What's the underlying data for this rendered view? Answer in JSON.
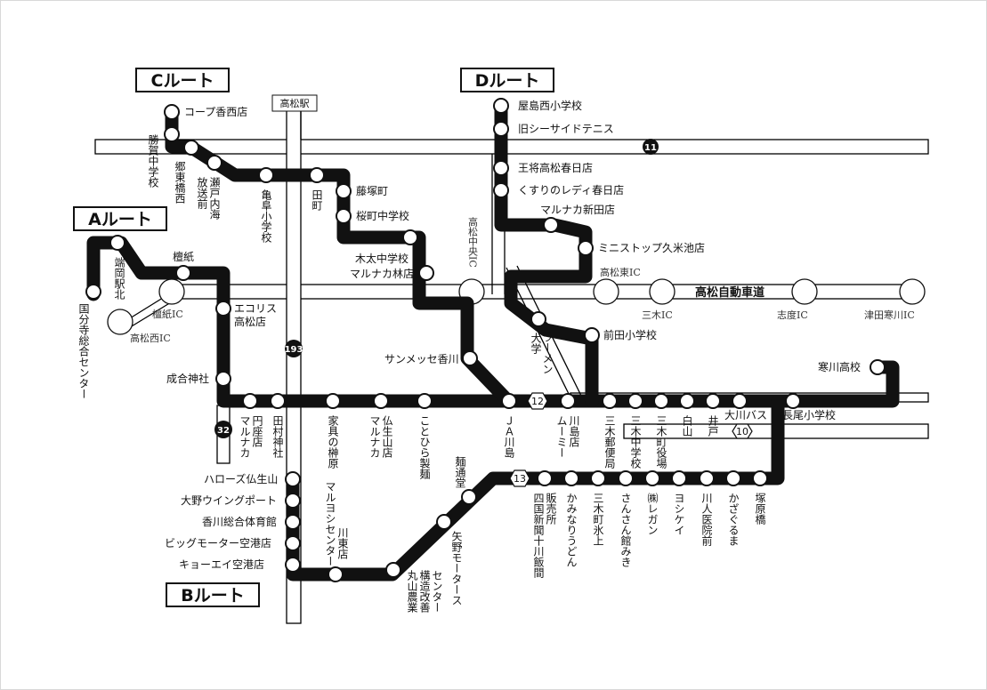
{
  "route_titles": {
    "a": "Aルート",
    "b": "Bルート",
    "c": "Cルート",
    "d": "Dルート"
  },
  "station": "高松駅",
  "highway": "高松自動車道",
  "ics": {
    "takamatsu_nishi": "高松西IC",
    "danshi": "檀紙IC",
    "takamatsu_chuo": "高松中央IC",
    "takamatsu_higashi": "高松東IC",
    "miki": "三木IC",
    "shido": "志度IC",
    "tsuda": "津田寒川IC"
  },
  "road_numbers": {
    "r11": "11",
    "r193": "193",
    "r12": "12",
    "r32": "32",
    "r10": "10",
    "r13": "13"
  },
  "route_a_stops": {
    "kokubunji": "国分寺総合センター",
    "hajioka": "端岡駅北",
    "danshi": "檀紙",
    "ecoris": "エコリス高松店",
    "narai": "成合神社",
    "marunaka_enza": "マルナカ円座店",
    "tamura": "田村神社",
    "kagu": "家具の榊原",
    "marunaka_bussho": "マルナカ仏生山店",
    "kotohira": "ことひら製麺",
    "ja_kawashima": "ＪＡ川島",
    "mumi": "ムーミー川島店",
    "miki_post": "三木郵便局",
    "miki_jhs": "三木中学校",
    "miki_town": "三木町役場",
    "shirayama": "白山",
    "ido": "井戸",
    "okawa_bus": "大川バス",
    "nagao": "長尾小学校",
    "sangawa": "寒川高校"
  },
  "route_b_stops": {
    "harozu": "ハローズ仏生山",
    "ohno": "大野ウイングポート",
    "kagawa_gym": "香川総合体育館",
    "bigmotor": "ビッグモーター空港店",
    "kyoei": "キョーエイ空港店",
    "maruyoshi": "マルヨシセンター川東店",
    "maruyama": "丸山農業構造改善センター",
    "yano": "矢野モータース",
    "mentsudo": "麺通堂",
    "shikoku_news": "四国新聞十川飯間販売所",
    "kaminari": "かみなりうどん",
    "miki_hikami": "三木町氷上",
    "sansan": "さんさん館みき",
    "regan": "㈱レガン",
    "yoshikei": "ヨシケイ",
    "kawahito": "川人医院前",
    "kazaguruma": "かざぐるま",
    "tsukahara": "塚原橋"
  },
  "route_c_stops": {
    "coop": "コープ香西店",
    "katsuga": "勝賀中学校",
    "gotobashi": "郷東橋西",
    "seto": "瀬戸内海放送前",
    "kamebu": "亀阜小学校",
    "tamachi": "田町",
    "fujitsuka": "藤塚町",
    "sakuramachi": "桜町中学校",
    "kita": "木太中学校",
    "marunaka_hayashi": "マルナカ林店",
    "sunmesse": "サンメッセ香川"
  },
  "route_d_stops": {
    "yashima_nishi": "屋島西小学校",
    "seaside": "旧シーサイドテニス",
    "osho": "王将高松春日店",
    "kusuri": "くすりのレディ春日店",
    "marunaka_shinden": "マルナカ新田店",
    "ministop": "ミニストップ久米池店",
    "ramen_univ": "ラーメン大学",
    "maeda": "前田小学校"
  }
}
